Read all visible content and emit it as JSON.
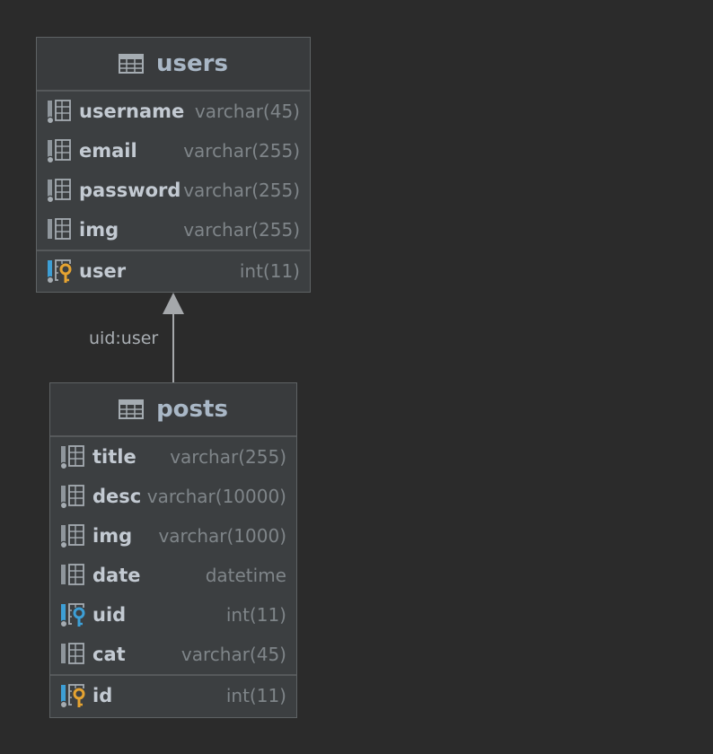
{
  "entities": {
    "users": {
      "name": "users",
      "columns": [
        {
          "name": "username",
          "type": "varchar(45)",
          "icon": "column-dot-icon"
        },
        {
          "name": "email",
          "type": "varchar(255)",
          "icon": "column-dot-icon"
        },
        {
          "name": "password",
          "type": "varchar(255)",
          "icon": "column-dot-icon"
        },
        {
          "name": "img",
          "type": "varchar(255)",
          "icon": "column-icon"
        }
      ],
      "keys": [
        {
          "name": "user",
          "type": "int(11)",
          "icon": "primary-key-icon"
        }
      ]
    },
    "posts": {
      "name": "posts",
      "columns": [
        {
          "name": "title",
          "type": "varchar(255)",
          "icon": "column-dot-icon"
        },
        {
          "name": "desc",
          "type": "varchar(10000)",
          "icon": "column-dot-icon"
        },
        {
          "name": "img",
          "type": "varchar(1000)",
          "icon": "column-dot-icon"
        },
        {
          "name": "date",
          "type": "datetime",
          "icon": "column-icon"
        },
        {
          "name": "uid",
          "type": "int(11)",
          "icon": "foreign-key-icon"
        },
        {
          "name": "cat",
          "type": "varchar(45)",
          "icon": "column-icon"
        }
      ],
      "keys": [
        {
          "name": "id",
          "type": "int(11)",
          "icon": "primary-key-icon"
        }
      ]
    }
  },
  "relations": [
    {
      "from": "posts",
      "to": "users",
      "label": "uid:user"
    }
  ],
  "colors": {
    "background": "#2b2b2b",
    "entity_fill": "#3c3f41",
    "title": "#a9b7c6",
    "column_name": "#c3cad2",
    "column_type": "#7f8589",
    "primary_key": "#e5a331",
    "foreign_key": "#3d9fd6",
    "connector": "#a5a8ab"
  }
}
